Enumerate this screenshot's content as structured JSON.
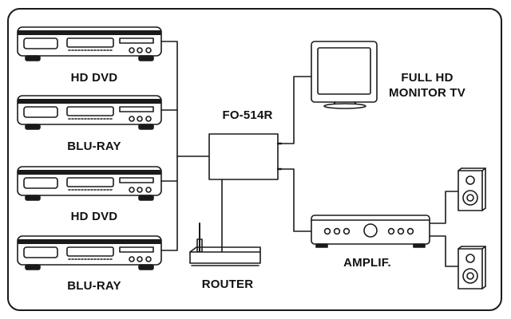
{
  "diagram": {
    "players": [
      {
        "label": "HD DVD"
      },
      {
        "label": "BLU-RAY"
      },
      {
        "label": "HD DVD"
      },
      {
        "label": "BLU-RAY"
      }
    ],
    "hub": {
      "label": "FO-514R"
    },
    "router": {
      "label": "ROUTER"
    },
    "tv": {
      "label_line1": "FULL HD",
      "label_line2": "MONITOR TV"
    },
    "amplifier": {
      "label": "AMPLIF."
    },
    "colors": {
      "line": "#1a1a1a",
      "fill": "#ffffff"
    }
  }
}
